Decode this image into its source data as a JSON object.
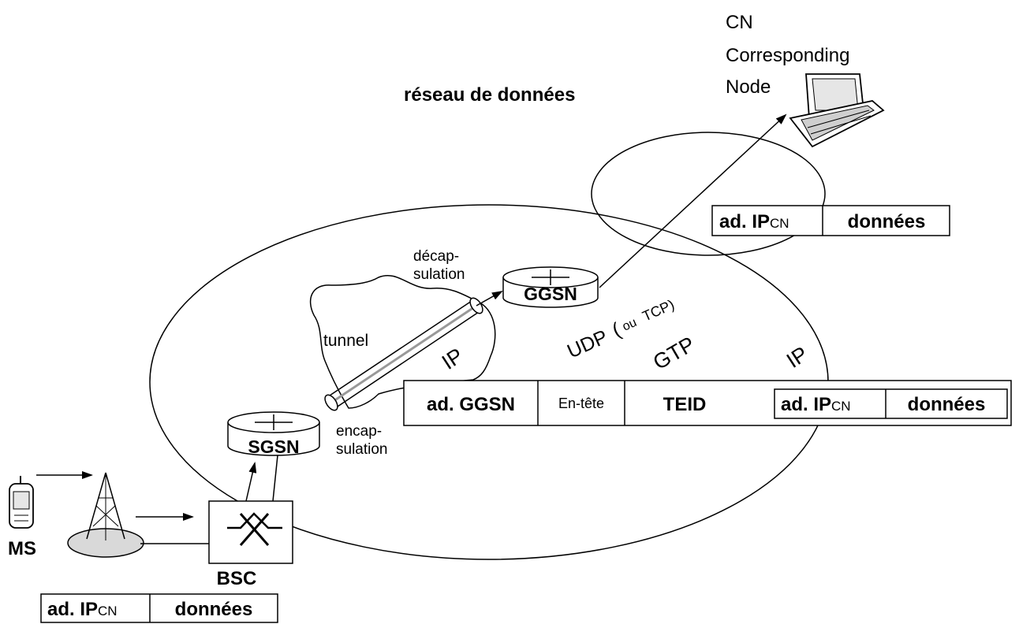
{
  "cn": {
    "line1": "CN",
    "line2": "Corresponding",
    "line3": "Node"
  },
  "data_network_label": "réseau de données",
  "nodes": {
    "ggsn": "GGSN",
    "sgsn": "SGSN",
    "bsc": "BSC",
    "ms": "MS"
  },
  "annotations": {
    "decap_1": "décap-",
    "decap_2": "sulation",
    "encap_1": "encap-",
    "encap_2": "sulation",
    "tunnel": "tunnel"
  },
  "protocol_labels": {
    "ip_inner": "IP",
    "udp": "UDP",
    "ou": "ou",
    "tcp": "TCP)",
    "paren": "(",
    "gtp": "GTP",
    "ip_outer": "IP"
  },
  "packets": {
    "cn_packet": {
      "addr_main": "ad. IP",
      "addr_sub": "CN",
      "payload": "données"
    },
    "tunnel_packet": {
      "addr": "ad. GGSN",
      "header": "En-tête",
      "teid": "TEID",
      "inner_addr_main": "ad. IP",
      "inner_addr_sub": "CN",
      "payload": "données"
    },
    "ms_packet": {
      "addr_main": "ad. IP",
      "addr_sub": "CN",
      "payload": "données"
    }
  },
  "colors": {
    "stroke": "#000000",
    "background": "#ffffff",
    "base_fill": "#d9d9d9"
  }
}
